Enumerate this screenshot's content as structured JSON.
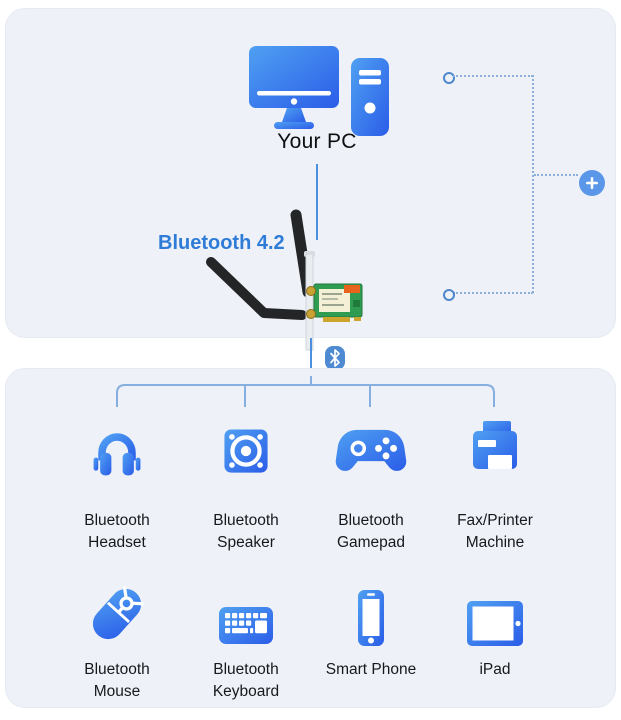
{
  "colors": {
    "panel_bg": "#eef1f7",
    "panel_border": "#e6eaf2",
    "icon_gradient_start": "#4FA0F2",
    "icon_gradient_end": "#2B5DE8",
    "accent_text_blue": "#2f7cd8",
    "solid_line_blue": "#4a90dc",
    "tree_line_blue": "#86aede",
    "dotted_line_blue": "#8cb0da",
    "plus_button_blue": "#5b97e8",
    "bluetooth_badge_blue": "#4e8ad2",
    "label_text": "#17191c",
    "pcb_green": "#2f9c52",
    "antenna_black": "#232527"
  },
  "top_panel": {
    "pc_icon": "desktop-computer",
    "pc_label": "Your PC",
    "adapter_label": "Bluetooth 4.2",
    "adapter_image": "pcie-bluetooth-card-with-two-antennas",
    "plus_icon": "plus"
  },
  "connector": {
    "badge_icon": "bluetooth"
  },
  "devices": [
    {
      "icon": "headset",
      "label": "Bluetooth\nHeadset"
    },
    {
      "icon": "speaker",
      "label": "Bluetooth\nSpeaker"
    },
    {
      "icon": "gamepad",
      "label": "Bluetooth\nGamepad"
    },
    {
      "icon": "printer",
      "label": "Fax/Printer\nMachine"
    },
    {
      "icon": "mouse",
      "label": "Bluetooth\nMouse"
    },
    {
      "icon": "keyboard",
      "label": "Bluetooth\nKeyboard"
    },
    {
      "icon": "smartphone",
      "label": "Smart Phone"
    },
    {
      "icon": "tablet",
      "label": "iPad"
    }
  ]
}
